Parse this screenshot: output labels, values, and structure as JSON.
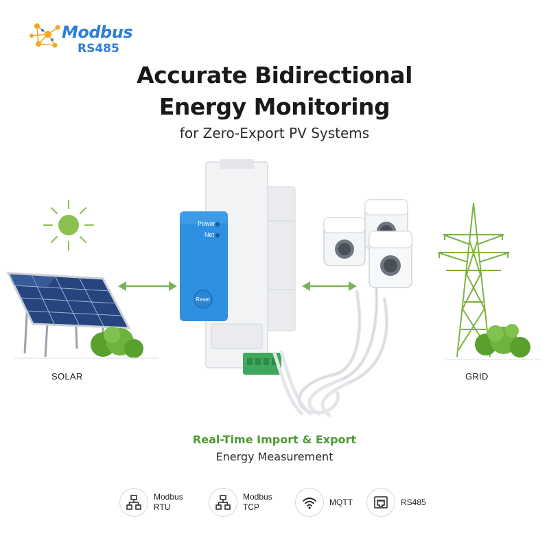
{
  "logo": {
    "word": "Modbus",
    "sub": "RS485"
  },
  "headline": {
    "line1": "Accurate Bidirectional",
    "line2": "Energy Monitoring",
    "subhead": "for Zero-Export PV Systems"
  },
  "labels": {
    "solar": "SOLAR",
    "grid": "GRID"
  },
  "device": {
    "led_power": "Power",
    "led_net": "Net",
    "reset": "Reset"
  },
  "tagline": {
    "line1": "Real-Time Import & Export",
    "line2": "Energy Measurement"
  },
  "protocols": [
    {
      "line1": "Modbus",
      "line2": "RTU",
      "icon": "network-icon"
    },
    {
      "line1": "Modbus",
      "line2": "TCP",
      "icon": "network-icon"
    },
    {
      "line1": "MQTT",
      "line2": "",
      "icon": "wifi-icon"
    },
    {
      "line1": "RS485",
      "line2": "",
      "icon": "ethernet-port-icon"
    }
  ],
  "colors": {
    "brand_blue": "#2c7ed8",
    "device_blue": "#2f8fe0",
    "accent_green": "#4e9a32",
    "arrow_green": "#7bb35a",
    "sun_green": "#8cc152",
    "pylon_green": "#7cb342",
    "terminal_green": "#3fa85c"
  }
}
